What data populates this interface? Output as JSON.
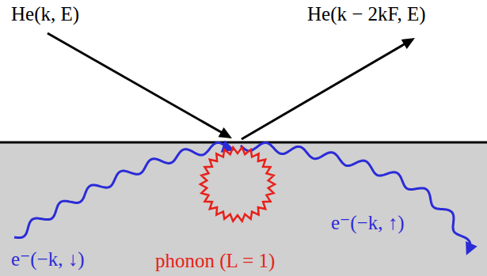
{
  "diagram": {
    "labels": [
      "He(k, E)",
      "He(k − 2kF, E)",
      "e⁻(−k, ↓)",
      "e⁻(−k, ↑)",
      "phonon (L = 1)"
    ]
  }
}
